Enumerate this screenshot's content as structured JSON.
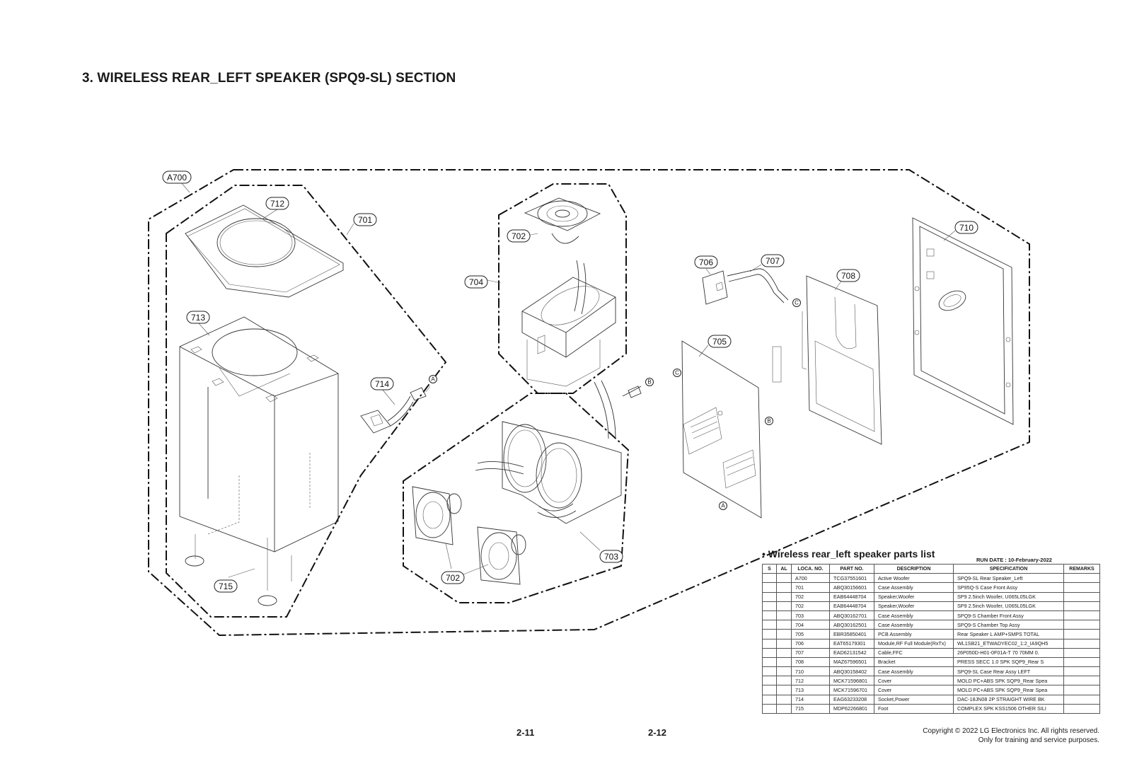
{
  "section_title": "3. WIRELESS REAR_LEFT SPEAKER (SPQ9-SL) SECTION",
  "diagram": {
    "callouts": {
      "A700": "A700",
      "712": "712",
      "701": "701",
      "713": "713",
      "714": "714",
      "715": "715",
      "702a": "702",
      "702b": "702",
      "704": "704",
      "703": "703",
      "706": "706",
      "707": "707",
      "705": "705",
      "708": "708",
      "710": "710"
    },
    "connectors": [
      "A",
      "B",
      "C"
    ]
  },
  "parts_list": {
    "title": "• Wireless rear_left speaker parts list",
    "run_date": "RUN DATE : 10-February-2022",
    "columns": [
      "S",
      "AL",
      "LOCA. NO.",
      "PART NO.",
      "DESCRIPTION",
      "SPECIFICATION",
      "REMARKS"
    ],
    "rows": [
      [
        "",
        "",
        "A700",
        "TCG37551601",
        "Active Woofer",
        "SPQ9-SL Rear Speaker_Left",
        ""
      ],
      [
        "",
        "",
        "701",
        "ABQ30156601",
        "Case Assembly",
        "SP95Q-S Case Front Assy",
        ""
      ],
      [
        "",
        "",
        "702",
        "EAB64448704",
        "Speaker,Woofer",
        "SP9 2.5inch Woofer, U065L05LGK",
        ""
      ],
      [
        "",
        "",
        "702",
        "EAB64448704",
        "Speaker,Woofer",
        "SP9 2.5inch Woofer, U065L05LGK",
        ""
      ],
      [
        "",
        "",
        "703",
        "ABQ30162701",
        "Case Assembly",
        "SPQ9-S Chamber Front Assy",
        ""
      ],
      [
        "",
        "",
        "704",
        "ABQ30162501",
        "Case Assembly",
        "SPQ9-S Chamber Top Assy",
        ""
      ],
      [
        "",
        "",
        "705",
        "EBR35850401",
        "PCB Assembly",
        "Rear Speaker L AMP+SMPS TOTAL",
        ""
      ],
      [
        "",
        "",
        "706",
        "EAT65179301",
        "Module,RF Full Module(RxTx)",
        "WL1SB21_ETWADYEC02_1:2_IA9QH5",
        ""
      ],
      [
        "",
        "",
        "707",
        "EAD62131542",
        "Cable,FFC",
        "26P050D-H01-0F01A-T 70 70MM 0.",
        ""
      ],
      [
        "",
        "",
        "708",
        "MAZ67596501",
        "Bracket",
        "PRESS SECC 1.0 SPK SQP9_Rear S",
        ""
      ],
      [
        "",
        "",
        "710",
        "ABQ30158402",
        "Case Assembly",
        "SPQ9-SL Case Rear Assy LEFT",
        ""
      ],
      [
        "",
        "",
        "712",
        "MCK71596801",
        "Cover",
        "MOLD PC+ABS SPK SQP9_Rear Spea",
        ""
      ],
      [
        "",
        "",
        "713",
        "MCK71596701",
        "Cover",
        "MOLD PC+ABS SPK SQP9_Rear Spea",
        ""
      ],
      [
        "",
        "",
        "714",
        "EAG63233208",
        "Socket,Power",
        "DAC-18JN08 2P STRAIGHT WIRE BK",
        ""
      ],
      [
        "",
        "",
        "715",
        "MDP62266801",
        "Foot",
        "COMPLEX SPK KSS1506 OTHER SILI",
        ""
      ]
    ]
  },
  "footer": {
    "page_left": "2-11",
    "page_right": "2-12",
    "copyright_line1": "Copyright © 2022 LG Electronics Inc. All rights reserved.",
    "copyright_line2": "Only for training and service purposes."
  }
}
